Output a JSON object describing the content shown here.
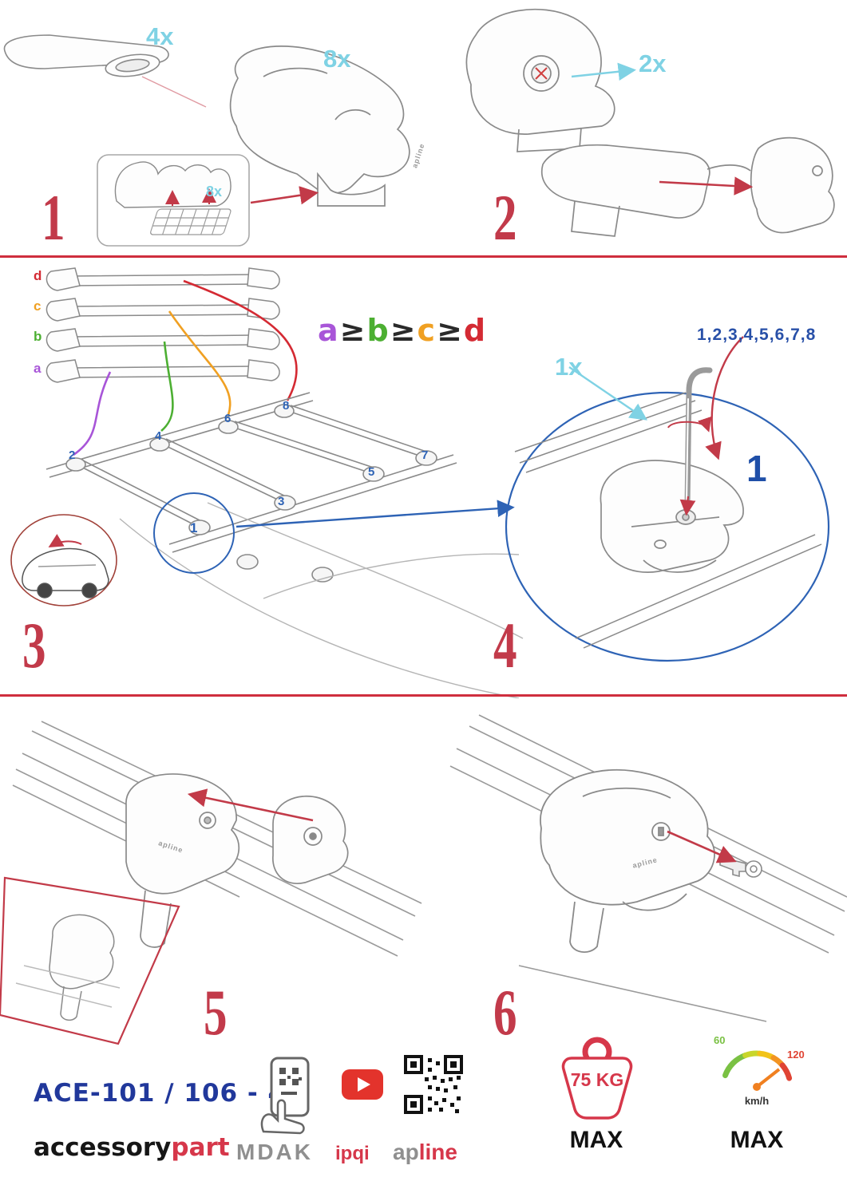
{
  "brand_mark": "apline",
  "colors": {
    "accent_red": "#c23a48",
    "cyan": "#7fd2e4",
    "blue": "#2e63b5",
    "purple": "#a855d8",
    "green": "#4caf32",
    "orange": "#f0a022",
    "letter_red": "#d42a33",
    "brand_red": "#d6374a",
    "model_blue": "#21389b"
  },
  "steps": {
    "s1": {
      "num": "1",
      "qty_bar": "4x",
      "qty_clamp": "8x",
      "qty_pad": "8x"
    },
    "s2": {
      "num": "2",
      "qty": "2x"
    },
    "s3": {
      "num": "3",
      "bar_labels": [
        "d",
        "c",
        "b",
        "a"
      ],
      "formula": {
        "a": "a",
        "ge1": "≥",
        "b": "b",
        "ge2": "≥",
        "c": "c",
        "ge3": "≥",
        "d": "d"
      },
      "positions": [
        "1",
        "2",
        "3",
        "4",
        "5",
        "6",
        "7",
        "8"
      ]
    },
    "s4": {
      "num": "4",
      "qty": "1x",
      "sequence": "1,2,3,4,5,6,7,8",
      "highlight": "1"
    },
    "s5": {
      "num": "5"
    },
    "s6": {
      "num": "6"
    }
  },
  "footer": {
    "model": "ACE-101 / 106 - 4X",
    "brand": {
      "black": "accessory",
      "red": "part"
    },
    "mdak": "MDAK",
    "ipqi": "ipqi",
    "apline": {
      "gray": "ap",
      "red": "line"
    },
    "weight": {
      "value": "75 KG",
      "max": "MAX"
    },
    "speed": {
      "low": "60",
      "high": "120",
      "unit": "km/h",
      "max": "MAX"
    }
  }
}
